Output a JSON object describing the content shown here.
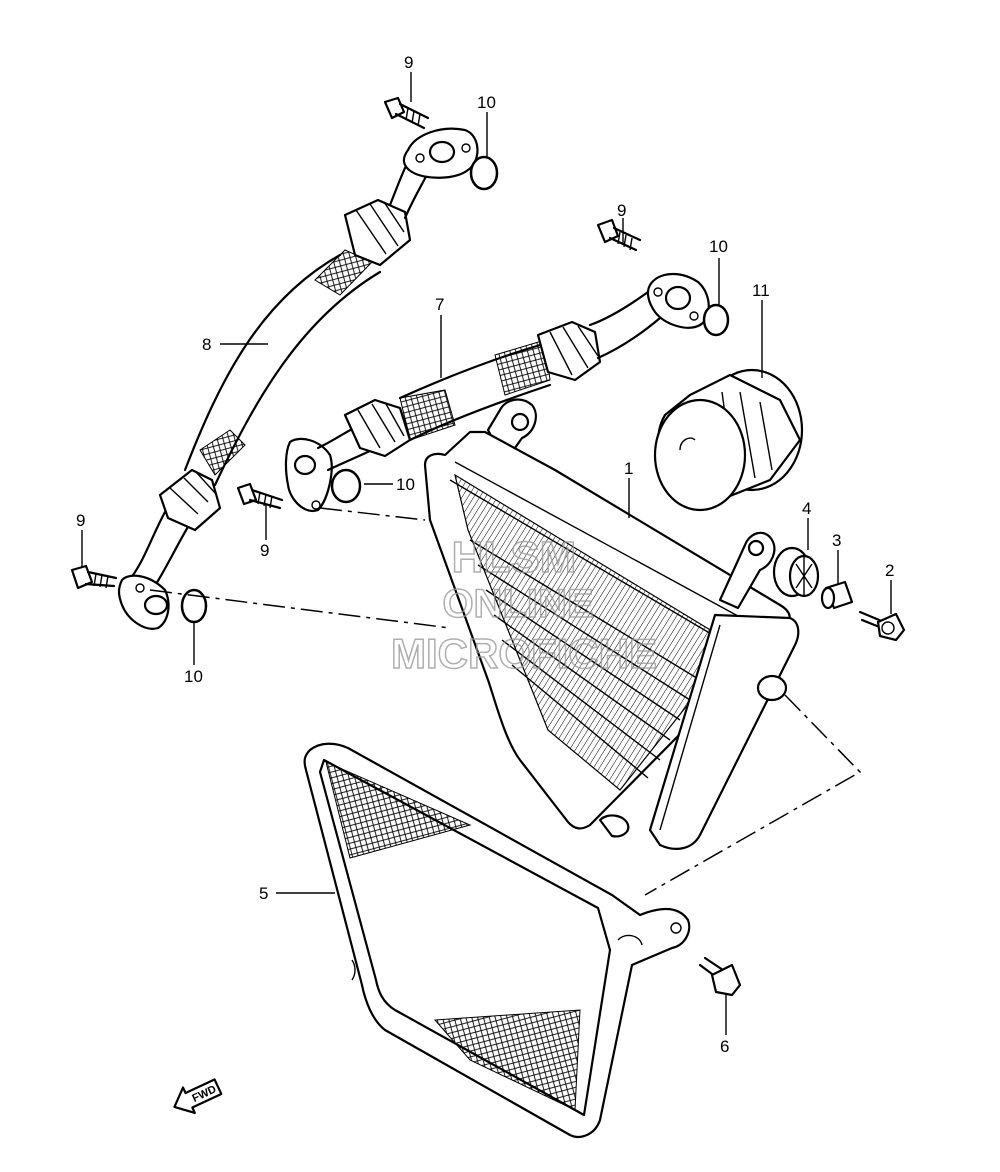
{
  "callouts": [
    "1",
    "2",
    "3",
    "4",
    "5",
    "6",
    "7",
    "8",
    "9",
    "10",
    "11"
  ],
  "watermark": {
    "line1": "HLSM",
    "line2": "ONLINE",
    "line3": "MICROFICHE"
  },
  "fwd_label": "FWD"
}
